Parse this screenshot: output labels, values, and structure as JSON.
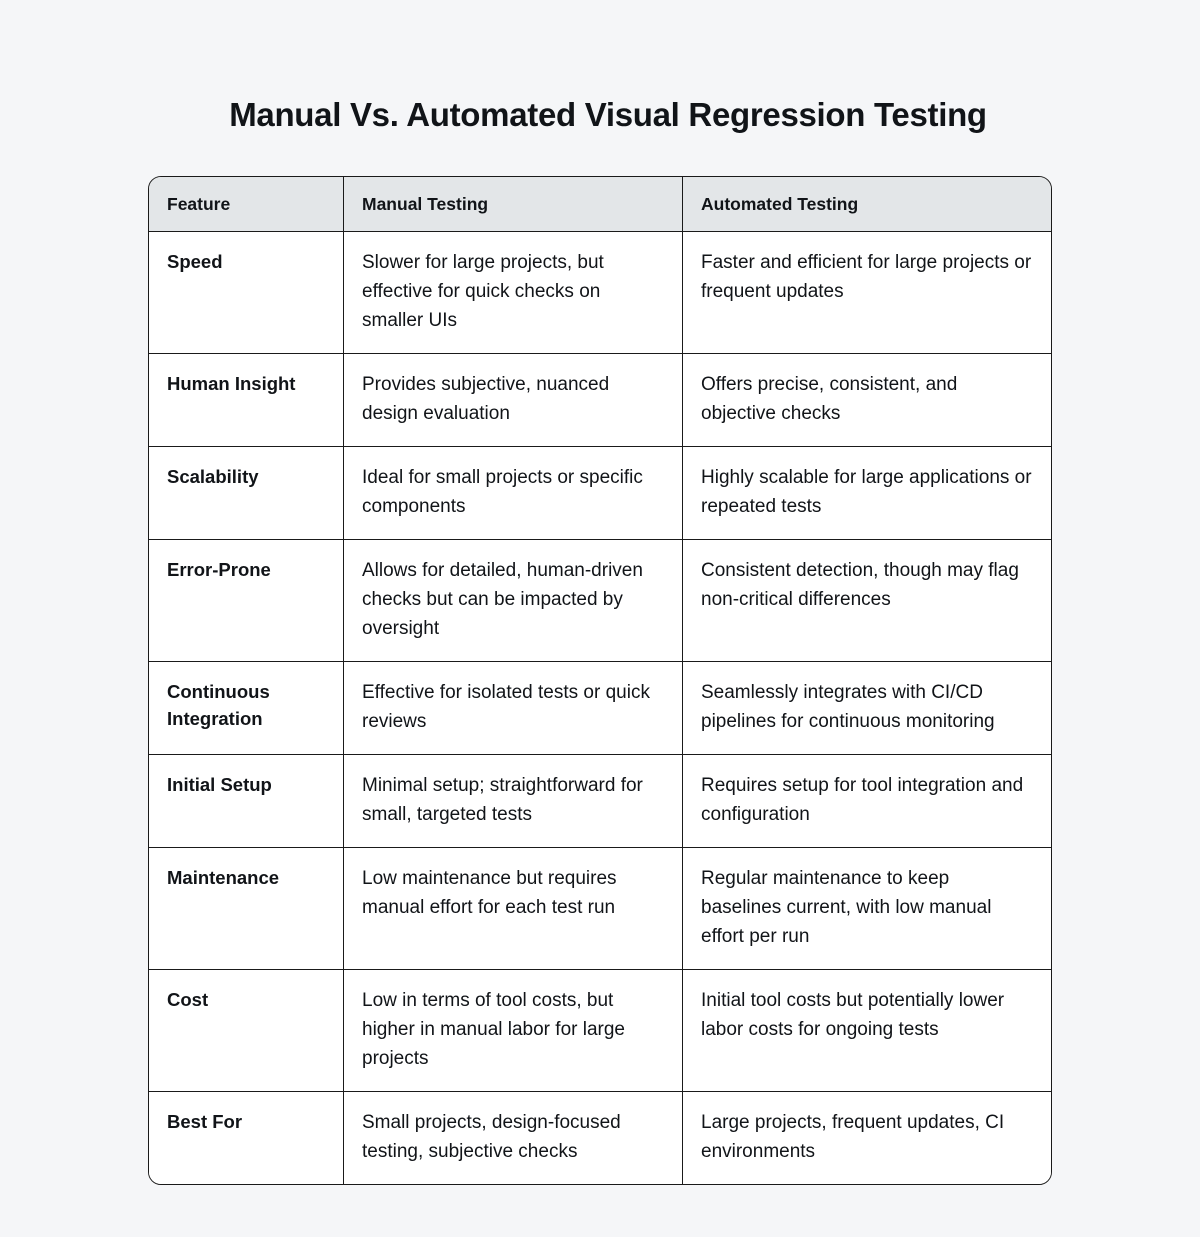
{
  "page": {
    "title": "Manual Vs. Automated Visual Regression Testing",
    "background_color": "#f5f6f8",
    "text_color": "#111418",
    "header_background_color": "#e3e6e8",
    "border_color": "#1a1a1a"
  },
  "table": {
    "columns": [
      {
        "key": "feature",
        "label": "Feature"
      },
      {
        "key": "manual",
        "label": "Manual Testing"
      },
      {
        "key": "automated",
        "label": "Automated Testing"
      }
    ],
    "rows": [
      {
        "feature": "Speed",
        "manual": "Slower for large projects, but effective for quick checks on smaller UIs",
        "automated": "Faster and efficient for large projects or frequent updates"
      },
      {
        "feature": "Human Insight",
        "manual": "Provides subjective, nuanced design evaluation",
        "automated": "Offers precise, consistent, and objective checks"
      },
      {
        "feature": "Scalability",
        "manual": "Ideal for small projects or specific components",
        "automated": "Highly scalable for large applications or repeated tests"
      },
      {
        "feature": "Error-Prone",
        "manual": "Allows for detailed, human-driven checks but can be impacted by oversight",
        "automated": "Consistent detection, though may flag non-critical differences"
      },
      {
        "feature": "Continuous Integration",
        "manual": "Effective for isolated tests or quick reviews",
        "automated": "Seamlessly integrates with CI/CD pipelines for continuous monitoring"
      },
      {
        "feature": "Initial Setup",
        "manual": "Minimal setup; straightforward for small, targeted tests",
        "automated": "Requires setup for tool integration and configuration"
      },
      {
        "feature": "Maintenance",
        "manual": "Low maintenance but requires manual effort for each test run",
        "automated": "Regular maintenance to keep baselines current, with low manual effort per run"
      },
      {
        "feature": "Cost",
        "manual": "Low in terms of tool costs, but higher in manual labor for large projects",
        "automated": "Initial tool costs but potentially lower labor costs for ongoing tests"
      },
      {
        "feature": "Best For",
        "manual": "Small projects, design-focused testing, subjective checks",
        "automated": "Large projects, frequent updates, CI environments"
      }
    ]
  }
}
